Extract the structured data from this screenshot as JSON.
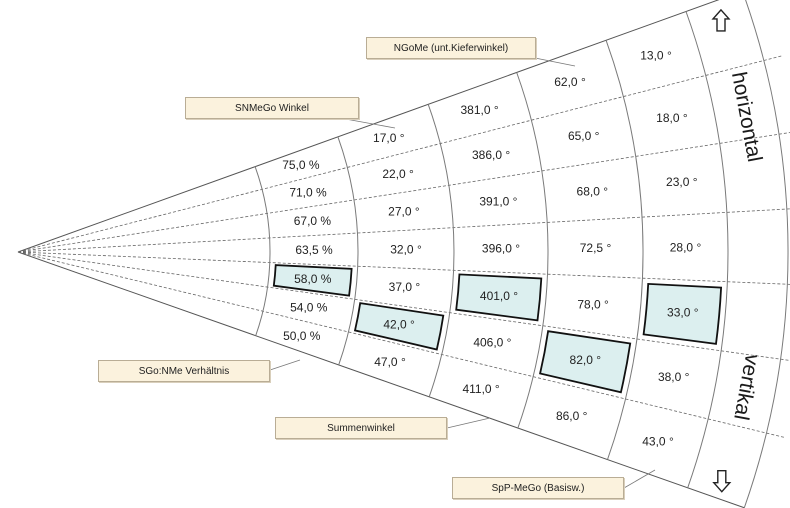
{
  "labels": {
    "ngome": "NGoMe (unt.Kieferwinkel)",
    "snmego": "SNMeGo Winkel",
    "sgo_nme": "SGo:NMe Verhältnis",
    "summenwinkel": "Summenwinkel",
    "spp_mego": "SpP-MeGo (Basisw.)"
  },
  "side_words": {
    "top": "horizontal",
    "bottom": "vertikal"
  },
  "arrows": {
    "up": "up-arrow-icon",
    "down": "down-arrow-icon"
  },
  "colors": {
    "highlight": "#dcefef",
    "label_bg": "#fbf2dd"
  },
  "columns": [
    {
      "name": "sgo-nme-ratio",
      "values": [
        "75,0 %",
        "71,0 %",
        "67,0 %",
        "63,5 %",
        "58,0 %",
        "54,0 %",
        "50,0 %"
      ],
      "highlight": 4
    },
    {
      "name": "snmego-angle",
      "values": [
        "17,0 °",
        "22,0 °",
        "27,0 °",
        "32,0 °",
        "37,0 °",
        "42,0 °",
        "47,0 °"
      ],
      "highlight": 5
    },
    {
      "name": "summenwinkel",
      "values": [
        "381,0 °",
        "386,0 °",
        "391,0 °",
        "396,0 °",
        "401,0 °",
        "406,0 °",
        "411,0 °"
      ],
      "highlight": 4
    },
    {
      "name": "ngome",
      "values": [
        "62,0 °",
        "65,0 °",
        "68,0 °",
        "72,5 °",
        "78,0 °",
        "82,0 °",
        "86,0 °"
      ],
      "highlight": 5
    },
    {
      "name": "spp-mego",
      "values": [
        "13,0 °",
        "18,0 °",
        "23,0 °",
        "28,0 °",
        "33,0 °",
        "38,0 °",
        "43,0 °"
      ],
      "highlight": 4
    }
  ]
}
